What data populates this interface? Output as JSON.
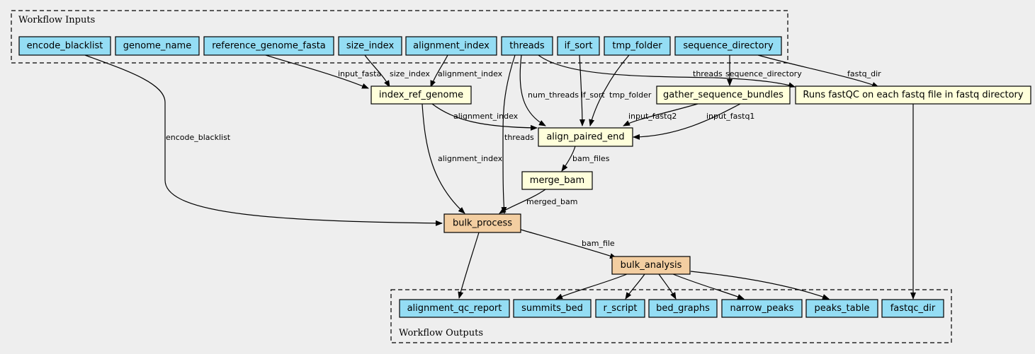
{
  "colors": {
    "background": "#eeeeee",
    "input_output": "#94ddf4",
    "step": "#ffffdb",
    "subworkflow": "#f3cea1"
  },
  "clusters": {
    "inputs_label": "Workflow Inputs",
    "outputs_label": "Workflow Outputs"
  },
  "nodes": {
    "encode_blacklist": "encode_blacklist",
    "genome_name": "genome_name",
    "reference_genome_fasta": "reference_genome_fasta",
    "size_index": "size_index",
    "alignment_index": "alignment_index",
    "threads": "threads",
    "if_sort": "if_sort",
    "tmp_folder": "tmp_folder",
    "sequence_directory": "sequence_directory",
    "index_ref_genome": "index_ref_genome",
    "gather_sequence_bundles": "gather_sequence_bundles",
    "fastqc": "Runs fastQC on each fastq file in fastq directory",
    "align_paired_end": "align_paired_end",
    "merge_bam": "merge_bam",
    "bulk_process": "bulk_process",
    "bulk_analysis": "bulk_analysis",
    "alignment_qc_report": "alignment_qc_report",
    "summits_bed": "summits_bed",
    "r_script": "r_script",
    "bed_graphs": "bed_graphs",
    "narrow_peaks": "narrow_peaks",
    "peaks_table": "peaks_table",
    "fastqc_dir": "fastqc_dir"
  },
  "edge_labels": {
    "input_fasta": "input_fasta",
    "size_index": "size_index",
    "alignment_index_1": "alignment_index",
    "threads_1": "threads",
    "sequence_directory": "sequence_directory",
    "fastq_dir": "fastq_dir",
    "num_threads": "num_threads",
    "if_sort": "if_sort",
    "tmp_folder": "tmp_folder",
    "encode_blacklist": "encode_blacklist",
    "alignment_index_2": "alignment_index",
    "threads_2": "threads",
    "input_fastq2": "input_fastq2",
    "input_fastq1": "input_fastq1",
    "alignment_index_3": "alignment_index",
    "bam_files": "bam_files",
    "merged_bam": "merged_bam",
    "bam_file": "bam_file"
  }
}
